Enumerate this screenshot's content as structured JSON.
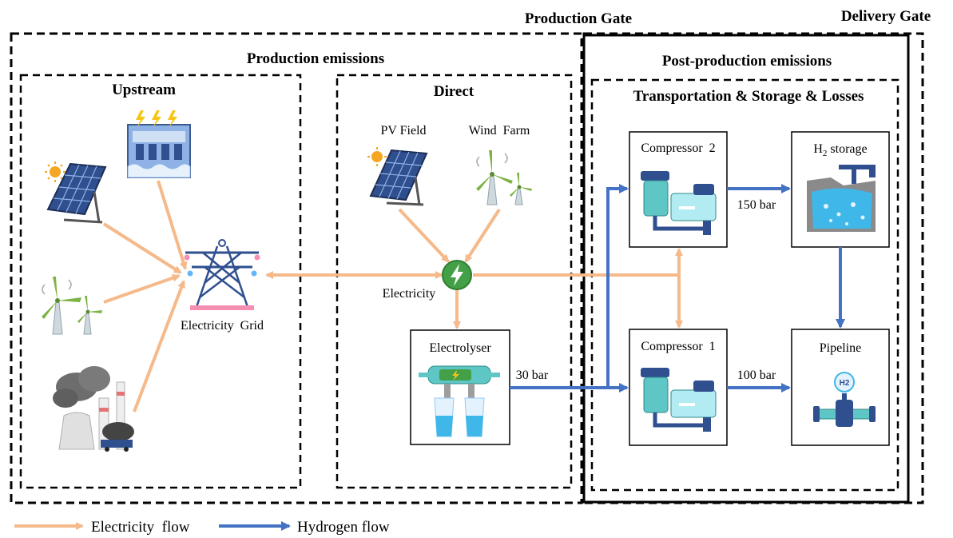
{
  "gates": {
    "production": "Production Gate",
    "delivery": "Delivery Gate"
  },
  "sections": {
    "production_emissions": "Production emissions",
    "post_production_emissions": "Post-production emissions",
    "upstream": "Upstream",
    "direct": "Direct",
    "transport": "Transportation & Storage & Losses"
  },
  "nodes": {
    "pv_field": "PV Field",
    "wind_farm": "Wind  Farm",
    "electricity_grid": "Electricity  Grid",
    "electricity": "Electricity",
    "electrolyser": "Electrolyser",
    "compressor_2": "Compressor  2",
    "compressor_1": "Compressor  1",
    "h2_storage_prefix": "H",
    "h2_storage_sub": "2",
    "h2_storage_suffix": " storage",
    "pipeline": "Pipeline",
    "h2_badge": "H2"
  },
  "pressures": {
    "p30": "30 bar",
    "p100": "100 bar",
    "p150": "150 bar"
  },
  "legend": {
    "electricity_flow": "Electricity  flow",
    "hydrogen_flow": "Hydrogen flow"
  },
  "colors": {
    "electricity": "#f5b98a",
    "hydrogen": "#4472c4",
    "solar_panel": "#2f4f8f",
    "sun": "#f5a623",
    "turbine": "#7cb342",
    "machine": "#5fc6c6",
    "water": "#3fb7e8"
  }
}
